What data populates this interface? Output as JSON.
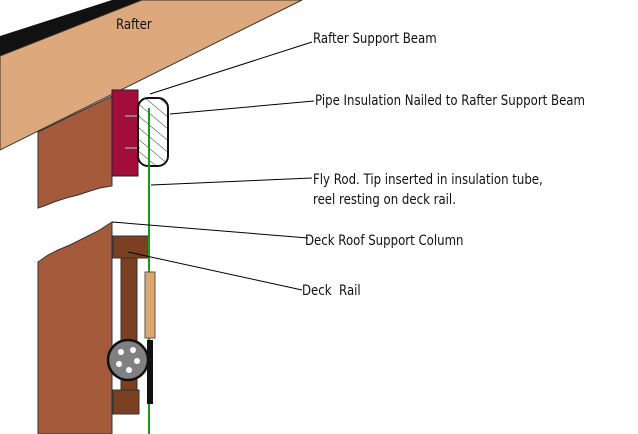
{
  "labels": {
    "rafter": "Rafter",
    "rafter_support_beam": "Rafter Support Beam",
    "pipe_insulation": "Pipe Insulation Nailed to Rafter Support Beam",
    "fly_rod": "Fly Rod. Tip inserted in insulation tube, reel resting on deck rail.",
    "deck_roof_support_column": "Deck Roof Support Column",
    "deck_rail": "Deck  Rail"
  },
  "colors": {
    "rafter": "#DDA97C",
    "column": "#A55A3B",
    "beam": "#A30D3B",
    "rail": "#7B3F22",
    "rod": "#10A010",
    "handle": "#DDA870",
    "reel": "#808080",
    "roof_shingles": "#111111",
    "leader_lines": "#000000"
  }
}
